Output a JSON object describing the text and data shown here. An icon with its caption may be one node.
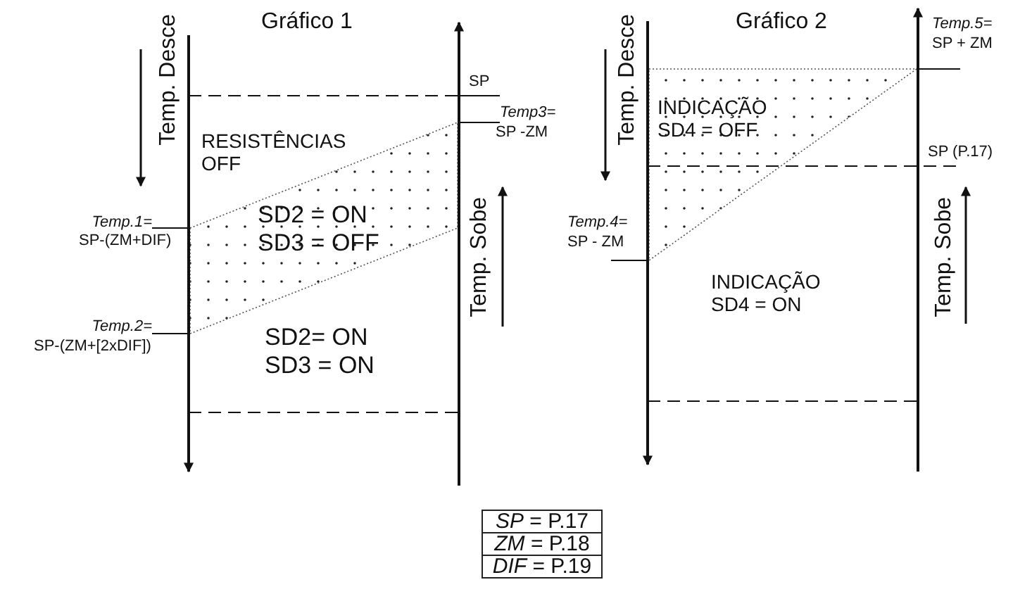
{
  "diagram": {
    "labels": [
      "Gráfico 1",
      "Temp. Desce",
      "SP",
      "Temp3=",
      "SP -ZM",
      "RESISTÊNCIAS OFF",
      "Temp.1=",
      "SP-(ZM+DIF)",
      "SD2 = ON SD3 = OFF",
      "Temp. Sobe",
      "Temp.2=",
      "SP-(ZM+[2xDIF])",
      "SD2= ON SD3 = ON",
      "Gráfico 2",
      "Temp. Desce",
      "Temp.5=",
      "SP + ZM",
      "INDICAÇÃO SD4 = OFF",
      "SP (P.17)",
      "Temp.4=",
      "SP - ZM",
      "Temp. Sobe",
      "INDICAÇÃO SD4 = ON",
      "*SP* = P.17",
      "*ZM* = P.18",
      "*DIF* = P.19"
    ]
  }
}
